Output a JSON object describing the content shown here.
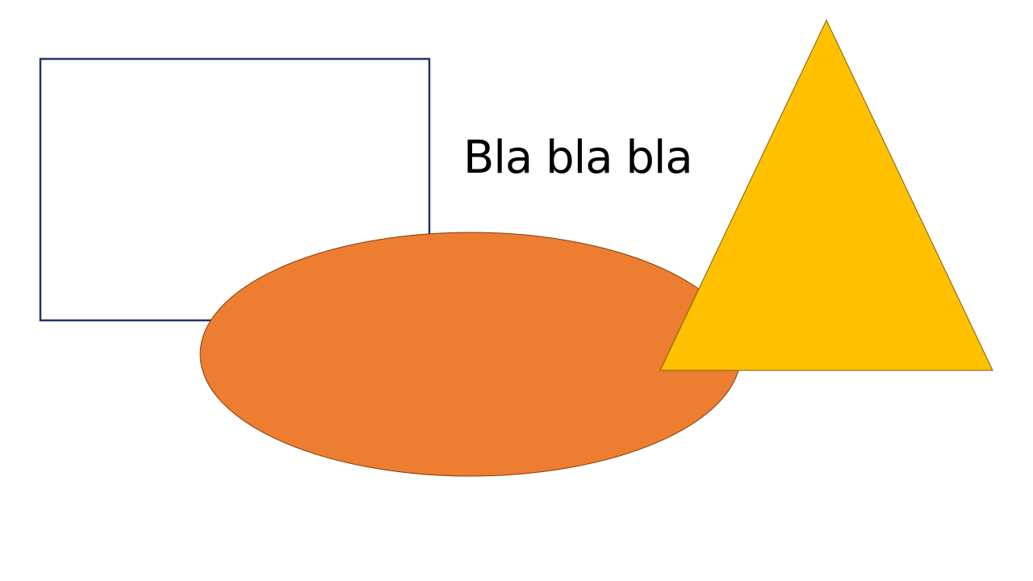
{
  "slide": {
    "text": "Bla bla bla"
  },
  "colors": {
    "background": "#ffffff",
    "rectangle_stroke": "#203864",
    "rectangle_fill": "#ffffff",
    "ellipse_fill": "#ed7d31",
    "ellipse_stroke": "#843c0c",
    "triangle_fill": "#ffc000",
    "triangle_stroke": "#7f6000",
    "text": "#000000"
  },
  "shapes": [
    {
      "kind": "rectangle",
      "name": "outlined-rectangle"
    },
    {
      "kind": "ellipse",
      "name": "orange-ellipse"
    },
    {
      "kind": "triangle",
      "name": "yellow-triangle"
    }
  ]
}
